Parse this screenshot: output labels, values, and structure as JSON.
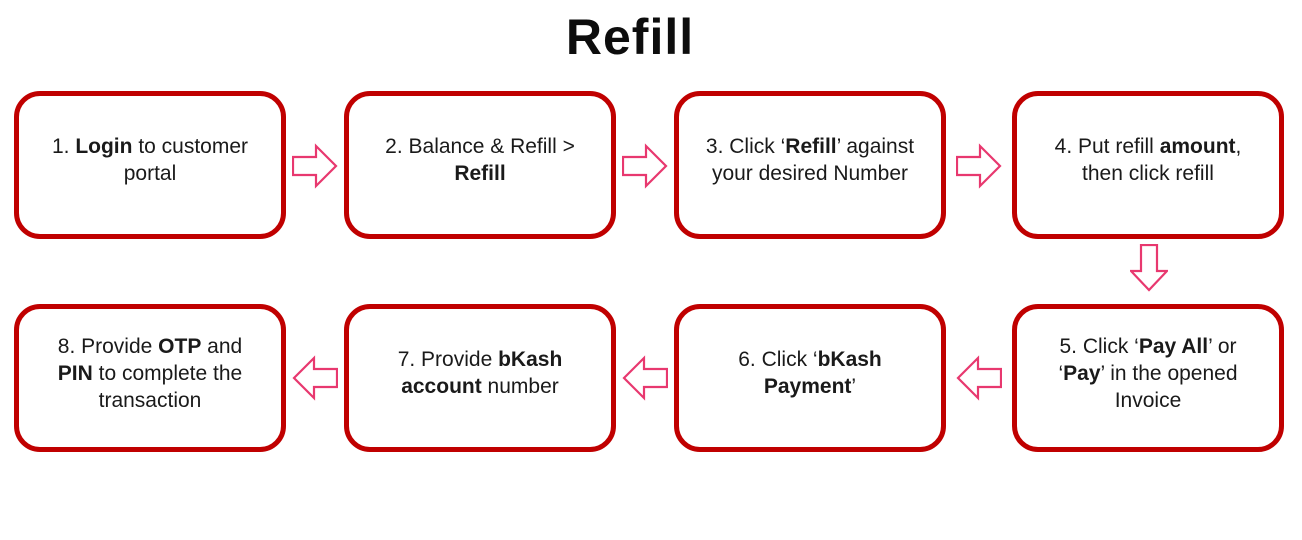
{
  "title": "Refill",
  "colors": {
    "box_border": "#c00000",
    "arrow_outline": "#e8386f",
    "text_color": "#1a1a1a",
    "background": "#ffffff"
  },
  "icons": {
    "forward": "block-arrow-right-icon",
    "backward": "block-arrow-left-icon",
    "down": "block-arrow-down-icon"
  },
  "steps": [
    {
      "id": 1,
      "segments": [
        {
          "text": "1. "
        },
        {
          "text": "Login",
          "bold": true
        },
        {
          "text": " to customer"
        },
        {
          "br": true
        },
        {
          "text": "portal"
        }
      ]
    },
    {
      "id": 2,
      "segments": [
        {
          "text": "2. Balance & Refill >"
        },
        {
          "br": true
        },
        {
          "text": "Refill",
          "bold": true
        }
      ]
    },
    {
      "id": 3,
      "segments": [
        {
          "text": "3. Click ‘"
        },
        {
          "text": "Refill",
          "bold": true
        },
        {
          "text": "’ against"
        },
        {
          "br": true
        },
        {
          "text": "your desired Number"
        }
      ]
    },
    {
      "id": 4,
      "segments": [
        {
          "text": "4. Put refill "
        },
        {
          "text": "amount",
          "bold": true
        },
        {
          "text": ","
        },
        {
          "br": true
        },
        {
          "text": "then click refill"
        }
      ]
    },
    {
      "id": 5,
      "segments": [
        {
          "text": "5. Click ‘"
        },
        {
          "text": "Pay All",
          "bold": true
        },
        {
          "text": "’ or"
        },
        {
          "br": true
        },
        {
          "text": "‘"
        },
        {
          "text": "Pay",
          "bold": true
        },
        {
          "text": "’ in the opened"
        },
        {
          "br": true
        },
        {
          "text": "Invoice"
        }
      ]
    },
    {
      "id": 6,
      "segments": [
        {
          "text": "6. Click ‘"
        },
        {
          "text": "bKash",
          "bold": true
        },
        {
          "br": true
        },
        {
          "text": "Payment",
          "bold": true
        },
        {
          "text": "’"
        }
      ]
    },
    {
      "id": 7,
      "segments": [
        {
          "text": "7. Provide "
        },
        {
          "text": "bKash",
          "bold": true
        },
        {
          "br": true
        },
        {
          "text": "account",
          "bold": true
        },
        {
          "text": " number"
        }
      ]
    },
    {
      "id": 8,
      "segments": [
        {
          "text": "8. Provide "
        },
        {
          "text": "OTP",
          "bold": true
        },
        {
          "text": " and"
        },
        {
          "br": true
        },
        {
          "text": "PIN",
          "bold": true
        },
        {
          "text": " to complete the"
        },
        {
          "br": true
        },
        {
          "text": "transaction"
        }
      ]
    }
  ],
  "flow": [
    {
      "from": 1,
      "to": 2,
      "direction": "right"
    },
    {
      "from": 2,
      "to": 3,
      "direction": "right"
    },
    {
      "from": 3,
      "to": 4,
      "direction": "right"
    },
    {
      "from": 4,
      "to": 5,
      "direction": "down"
    },
    {
      "from": 5,
      "to": 6,
      "direction": "left"
    },
    {
      "from": 6,
      "to": 7,
      "direction": "left"
    },
    {
      "from": 7,
      "to": 8,
      "direction": "left"
    }
  ]
}
